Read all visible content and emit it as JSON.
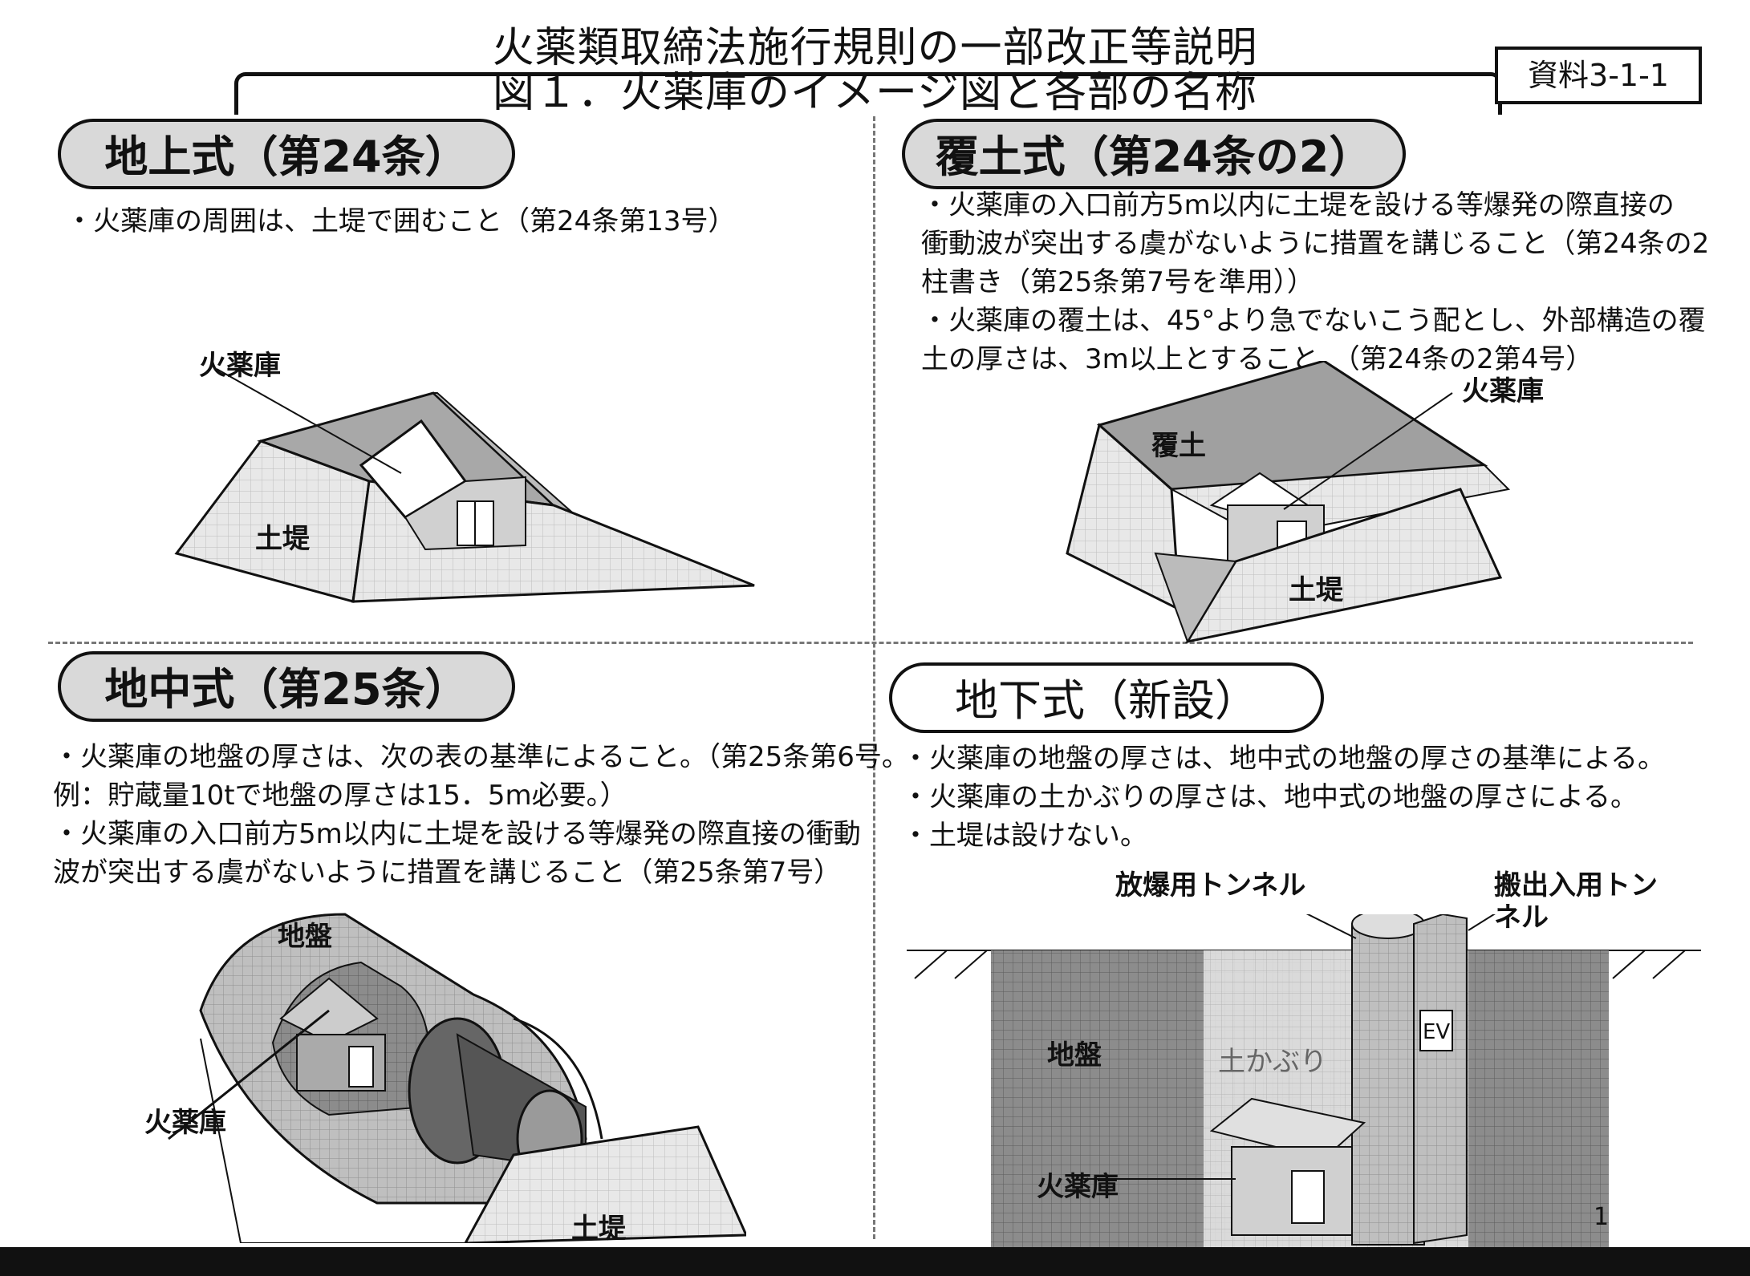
{
  "header": {
    "main_title": "火薬類取締法施行規則の一部改正等説明",
    "sub_title": "図１．火薬庫のイメージ図と各部の名称",
    "ref_label": "資料3-1-1"
  },
  "panels": {
    "above_ground": {
      "title": "地上式（第24条）",
      "lines": [
        "・火薬庫の周囲は、土堤で囲むこと（第24条第13号）"
      ],
      "labels": {
        "magazine": "火薬庫",
        "embankment": "土堤"
      }
    },
    "earth_covered": {
      "title": "覆土式（第24条の2）",
      "lines": [
        "・火薬庫の入口前方5m以内に土堤を設ける等爆発の際直接の",
        "衝動波が突出する虞がないように措置を講じること（第24条の2",
        "柱書き（第25条第7号を準用））",
        "・火薬庫の覆土は、45°より急でないこう配とし、外部構造の覆",
        "土の厚さは、3m以上とすること。（第24条の2第4号）"
      ],
      "labels": {
        "magazine": "火薬庫",
        "cover": "覆土",
        "embankment": "土堤"
      }
    },
    "in_ground": {
      "title": "地中式（第25条）",
      "lines": [
        "・火薬庫の地盤の厚さは、次の表の基準によること。（第25条第6号。",
        "例：貯蔵量10tで地盤の厚さは15．5m必要。）",
        "・火薬庫の入口前方5m以内に土堤を設ける等爆発の際直接の衝動",
        "波が突出する虞がないように措置を講じること（第25条第7号）"
      ],
      "labels": {
        "ground": "地盤",
        "magazine": "火薬庫",
        "embankment": "土堤"
      }
    },
    "underground": {
      "title": "地下式（新設）",
      "lines": [
        "・火薬庫の地盤の厚さは、地中式の地盤の厚さの基準による。",
        "・火薬庫の土かぶりの厚さは、地中式の地盤の厚さによる。",
        "・土堤は設けない。"
      ],
      "labels": {
        "blast_tunnel": "放爆用トンネル",
        "transport_tunnel_1": "搬出入用トン",
        "transport_tunnel_2": "ネル",
        "ground": "地盤",
        "cover": "土かぶり",
        "magazine": "火薬庫",
        "ev": "EV"
      }
    }
  },
  "footer": {
    "page_number": "1"
  }
}
